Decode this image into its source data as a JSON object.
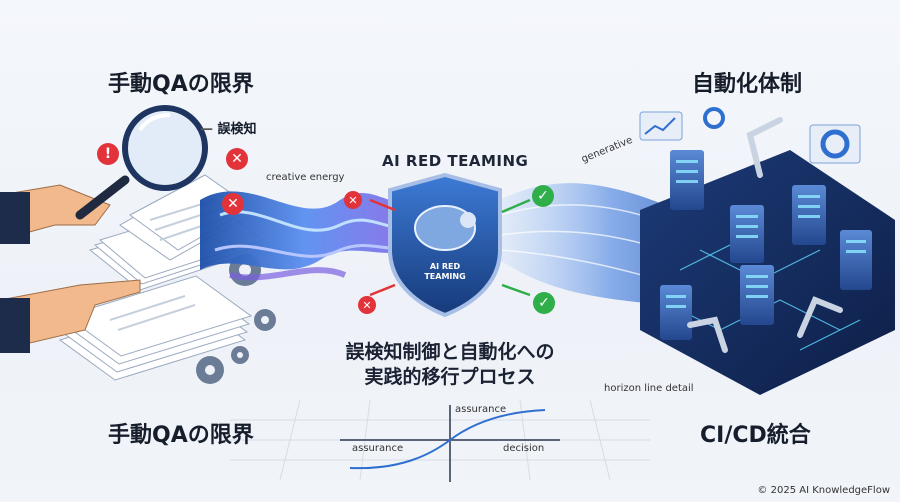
{
  "left_top_title": "手動QAの限界",
  "left_bottom_title": "手動QAの限界",
  "right_top_title": "自動化体制",
  "right_bottom_title": "CI/CD統合",
  "center_heading": "AI RED TEAMING",
  "shield_text_line1": "AI RED",
  "shield_text_line2": "TEAMING",
  "error_detect_label": "誤検知",
  "creative_energy_label": "creative energy",
  "generative_label": "generative",
  "center_caption_line1": "誤検知制御と自動化への",
  "center_caption_line2": "実践的移行プロセス",
  "horizon_label": "horizon line detail",
  "graph": {
    "y_label": "assurance",
    "x_label_left": "assurance",
    "x_label_right": "decision"
  },
  "copyright": "© 2025 AI KnowledgeFlow",
  "colors": {
    "red_badge": "#e2333b",
    "green_badge": "#2fae4a",
    "shield": "#1f4f97",
    "wave": "#3f7fd6",
    "server": "#2d5ea8"
  }
}
